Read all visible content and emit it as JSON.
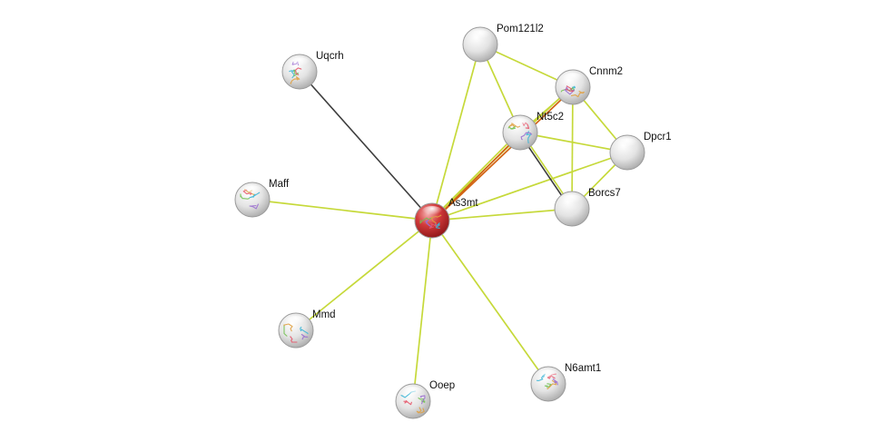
{
  "network": {
    "center_node": "As3mt",
    "nodes": [
      {
        "id": "As3mt",
        "label": "As3mt",
        "color": "#c8292b",
        "structure": true
      },
      {
        "id": "Uqcrh",
        "label": "Uqcrh",
        "color": "#e8e8e8",
        "structure": true
      },
      {
        "id": "Pom121l2",
        "label": "Pom121l2",
        "color": "#e8e8e8",
        "structure": false
      },
      {
        "id": "Cnnm2",
        "label": "Cnnm2",
        "color": "#e8e8e8",
        "structure": true
      },
      {
        "id": "Nt5c2",
        "label": "Nt5c2",
        "color": "#e8e8e8",
        "structure": true
      },
      {
        "id": "Dpcr1",
        "label": "Dpcr1",
        "color": "#e8e8e8",
        "structure": false
      },
      {
        "id": "Borcs7",
        "label": "Borcs7",
        "color": "#e8e8e8",
        "structure": false
      },
      {
        "id": "Maff",
        "label": "Maff",
        "color": "#e8e8e8",
        "structure": true
      },
      {
        "id": "Mmd",
        "label": "Mmd",
        "color": "#e8e8e8",
        "structure": true
      },
      {
        "id": "Ooep",
        "label": "Ooep",
        "color": "#e8e8e8",
        "structure": true
      },
      {
        "id": "N6amt1",
        "label": "N6amt1",
        "color": "#e8e8e8",
        "structure": true
      }
    ],
    "edges": [
      {
        "source": "As3mt",
        "target": "Uqcrh",
        "evidence": [
          "coexpression"
        ]
      },
      {
        "source": "As3mt",
        "target": "Pom121l2",
        "evidence": [
          "textmining"
        ]
      },
      {
        "source": "As3mt",
        "target": "Cnnm2",
        "evidence": [
          "textmining",
          "experiments"
        ]
      },
      {
        "source": "As3mt",
        "target": "Nt5c2",
        "evidence": [
          "textmining",
          "experiments"
        ]
      },
      {
        "source": "As3mt",
        "target": "Dpcr1",
        "evidence": [
          "textmining"
        ]
      },
      {
        "source": "As3mt",
        "target": "Borcs7",
        "evidence": [
          "textmining"
        ]
      },
      {
        "source": "As3mt",
        "target": "Maff",
        "evidence": [
          "textmining"
        ]
      },
      {
        "source": "As3mt",
        "target": "Mmd",
        "evidence": [
          "textmining"
        ]
      },
      {
        "source": "As3mt",
        "target": "Ooep",
        "evidence": [
          "textmining"
        ]
      },
      {
        "source": "As3mt",
        "target": "N6amt1",
        "evidence": [
          "textmining"
        ]
      },
      {
        "source": "Pom121l2",
        "target": "Cnnm2",
        "evidence": [
          "textmining"
        ]
      },
      {
        "source": "Pom121l2",
        "target": "Nt5c2",
        "evidence": [
          "textmining"
        ]
      },
      {
        "source": "Cnnm2",
        "target": "Nt5c2",
        "evidence": [
          "textmining"
        ]
      },
      {
        "source": "Cnnm2",
        "target": "Dpcr1",
        "evidence": [
          "textmining"
        ]
      },
      {
        "source": "Cnnm2",
        "target": "Borcs7",
        "evidence": [
          "textmining"
        ]
      },
      {
        "source": "Nt5c2",
        "target": "Dpcr1",
        "evidence": [
          "textmining"
        ]
      },
      {
        "source": "Nt5c2",
        "target": "Borcs7",
        "evidence": [
          "textmining",
          "coexpression"
        ]
      },
      {
        "source": "Dpcr1",
        "target": "Borcs7",
        "evidence": [
          "textmining"
        ]
      }
    ],
    "evidence_colors": {
      "textmining": "#c6d93a",
      "experiments": "#d26414",
      "coexpression": "#3d3d3d"
    },
    "structure_colors": [
      "#3fb6d6",
      "#72c152",
      "#e0a040",
      "#9b6fd0",
      "#e5566a"
    ]
  }
}
